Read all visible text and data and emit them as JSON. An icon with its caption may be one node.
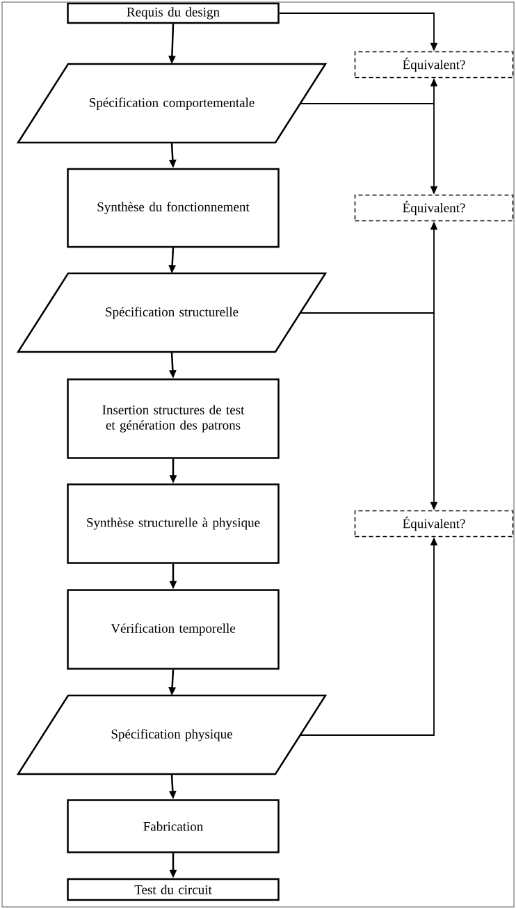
{
  "diagram": {
    "nodes": [
      {
        "text": [
          "Requis du design"
        ]
      },
      {
        "text": [
          "Équivalent?"
        ]
      },
      {
        "text": [
          "Spécification comportementale"
        ]
      },
      {
        "text": [
          "Synthèse du fonctionnement"
        ]
      },
      {
        "text": [
          "Équivalent?"
        ]
      },
      {
        "text": [
          "Spécification structurelle"
        ]
      },
      {
        "text": [
          "Insertion structures de test et génération des patrons"
        ]
      },
      {
        "text": [
          "Synthèse structurelle à physique"
        ]
      },
      {
        "text": [
          "Équivalent?"
        ]
      },
      {
        "text": [
          "Vérification temporelle"
        ]
      },
      {
        "text": [
          "Spécification physique"
        ]
      },
      {
        "text": [
          "Fabrication"
        ]
      },
      {
        "text": [
          "Test du circuit"
        ]
      }
    ],
    "edges": [
      {
        "from": 0,
        "to": 2,
        "arrow": "to"
      },
      {
        "from": 2,
        "to": 3,
        "arrow": "to"
      },
      {
        "from": 3,
        "to": 5,
        "arrow": "to"
      },
      {
        "from": 5,
        "to": 6,
        "arrow": "to"
      },
      {
        "from": 6,
        "to": 7,
        "arrow": "to"
      },
      {
        "from": 7,
        "to": 9,
        "arrow": "to"
      },
      {
        "from": 9,
        "to": 10,
        "arrow": "to"
      },
      {
        "from": 10,
        "to": 11,
        "arrow": "to"
      },
      {
        "from": 11,
        "to": 12,
        "arrow": "to"
      },
      {
        "from": 0,
        "to": 1,
        "arrow": "to"
      },
      {
        "from": 2,
        "to": 1,
        "arrow": "to"
      },
      {
        "from": 2,
        "to": 4,
        "arrow": "to"
      },
      {
        "from": 5,
        "to": 4,
        "arrow": "to"
      },
      {
        "from": 5,
        "to": 8,
        "arrow": "to"
      },
      {
        "from": 10,
        "to": 8,
        "arrow": "to"
      }
    ]
  }
}
